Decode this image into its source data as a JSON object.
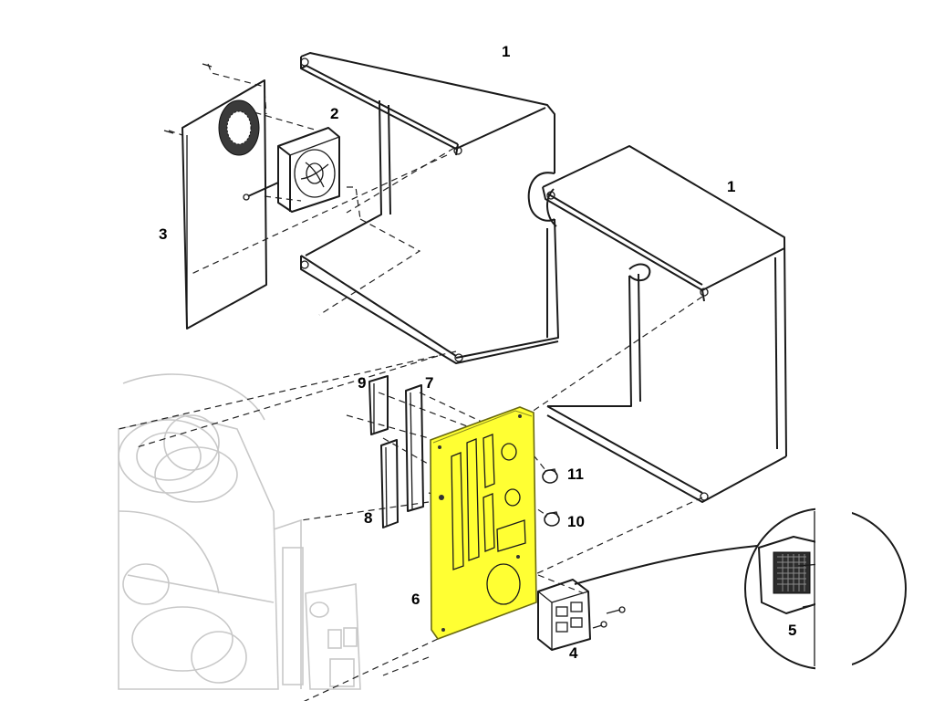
{
  "diagram": {
    "highlight_color": "#ffff33",
    "callouts": [
      {
        "id": "cover-top",
        "text": "1"
      },
      {
        "id": "cover-right",
        "text": "1"
      },
      {
        "id": "fan",
        "text": "2"
      },
      {
        "id": "fan-panel",
        "text": "3"
      },
      {
        "id": "connector-module",
        "text": "4"
      },
      {
        "id": "connector-detail",
        "text": "5"
      },
      {
        "id": "mounting-plate",
        "text": "6"
      },
      {
        "id": "bracket-long",
        "text": "7"
      },
      {
        "id": "bracket-lower",
        "text": "8"
      },
      {
        "id": "bracket-small",
        "text": "9"
      },
      {
        "id": "knob-lower",
        "text": "10"
      },
      {
        "id": "knob-upper",
        "text": "11"
      }
    ]
  }
}
